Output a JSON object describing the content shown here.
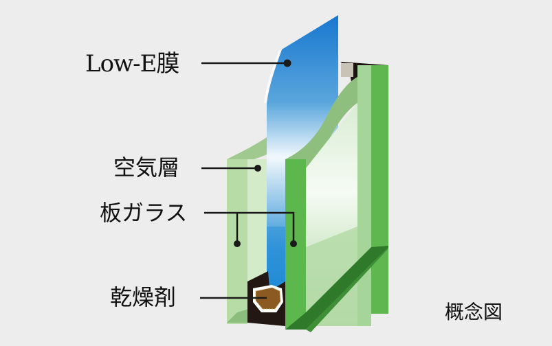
{
  "diagram": {
    "type": "cross-section",
    "subject": "Low-E double glazing (pair glass)",
    "labels": {
      "low_e_film": "Low-E膜",
      "air_layer": "空気層",
      "glass_sheet": "板ガラス",
      "desiccant": "乾燥剤"
    },
    "caption": "概念図",
    "colors": {
      "background": "#ededed",
      "glass_light_green": "#b9dca8",
      "glass_green": "#5bb54c",
      "glass_dark_green": "#2f7a2a",
      "low_e_blue_top": "#1a7fd0",
      "low_e_blue_mid": "#ffffff",
      "spacer": "#231815",
      "desiccant": "#8a5a22",
      "leader_line": "#1a1a1a"
    }
  }
}
